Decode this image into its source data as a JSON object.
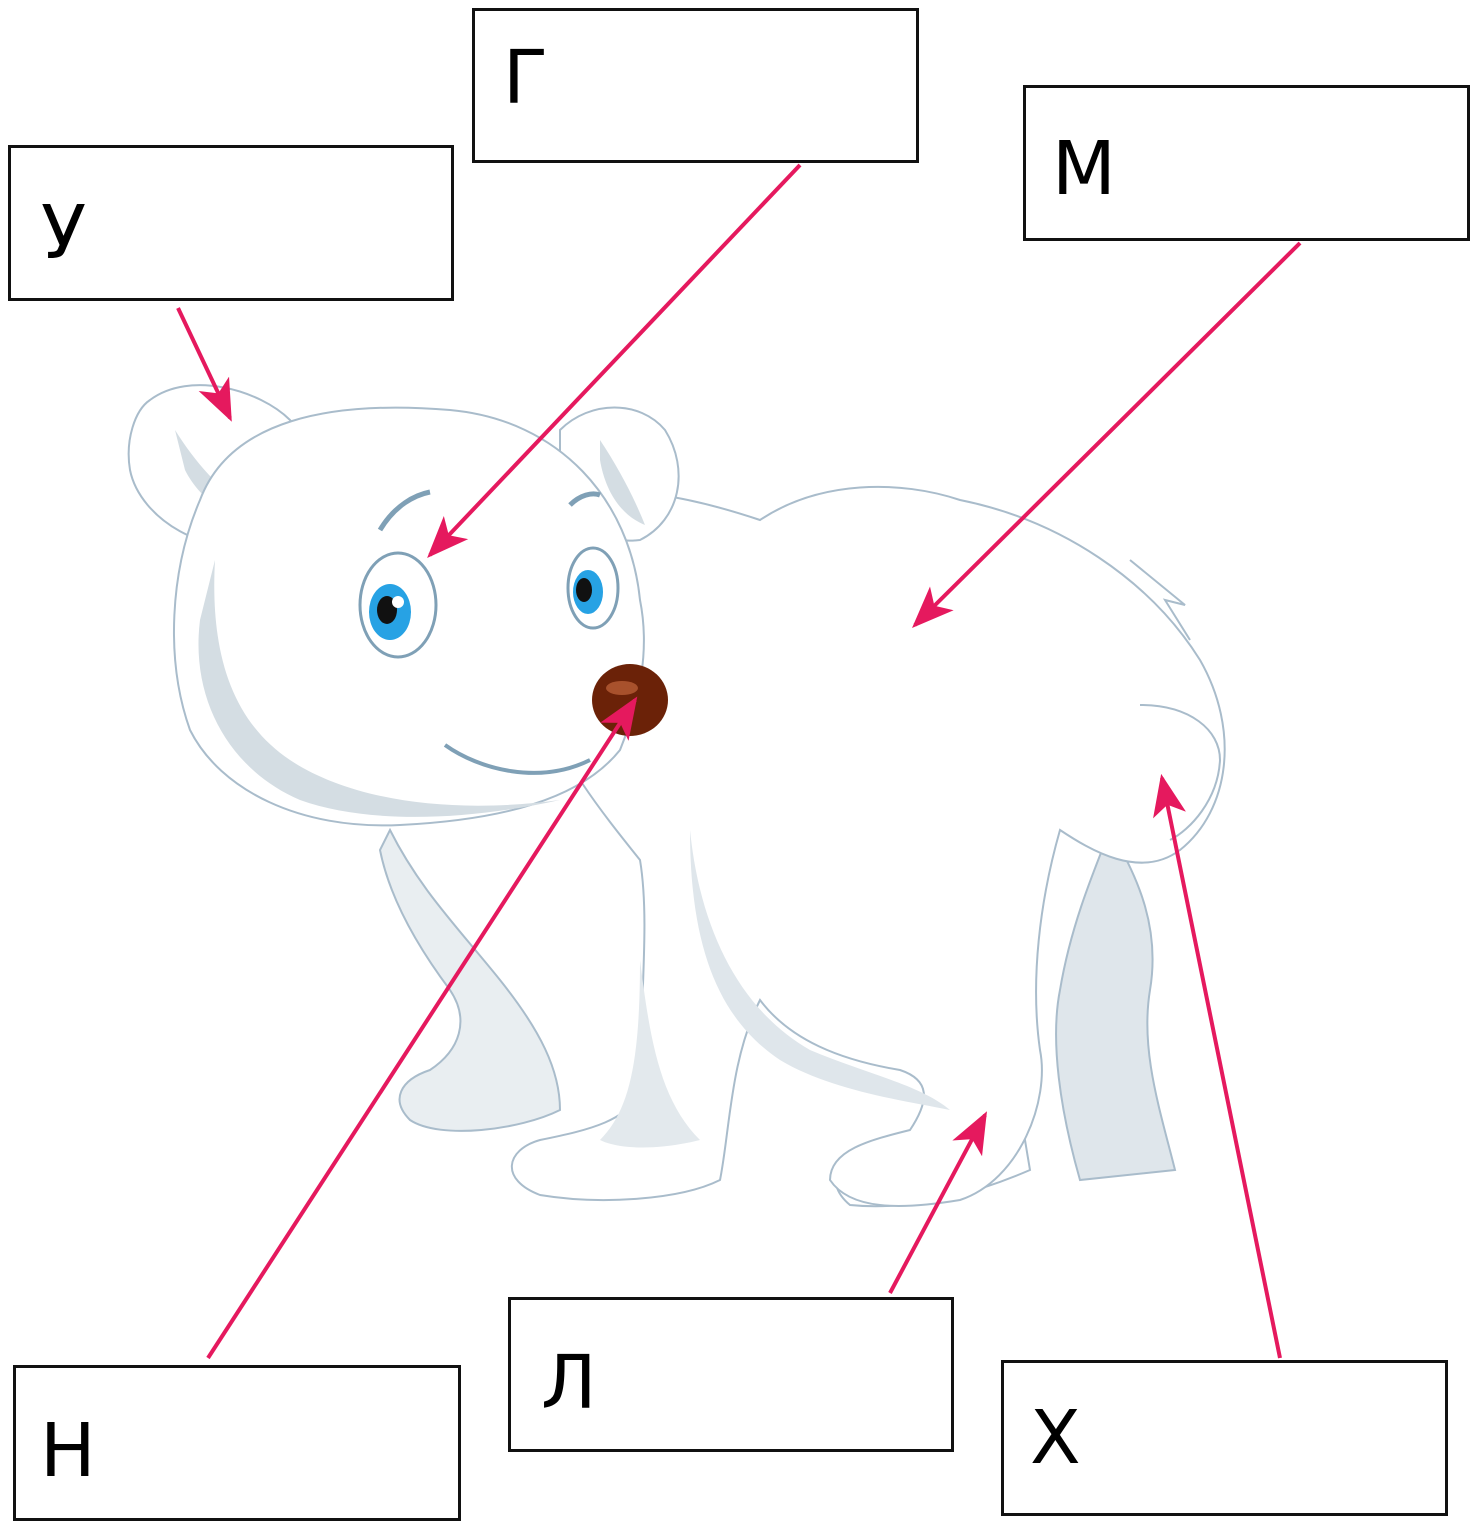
{
  "labels": {
    "ear": "У",
    "eye": "Г",
    "fur": "М",
    "nose": "Н",
    "paw": "Л",
    "tail": "Х"
  },
  "colors": {
    "arrow": "#e5195e",
    "fur_shadow": "#d4dde3",
    "outline": "#a9bccb",
    "iris": "#27a2e4",
    "nose": "#6b2208",
    "box_border": "#111111"
  }
}
